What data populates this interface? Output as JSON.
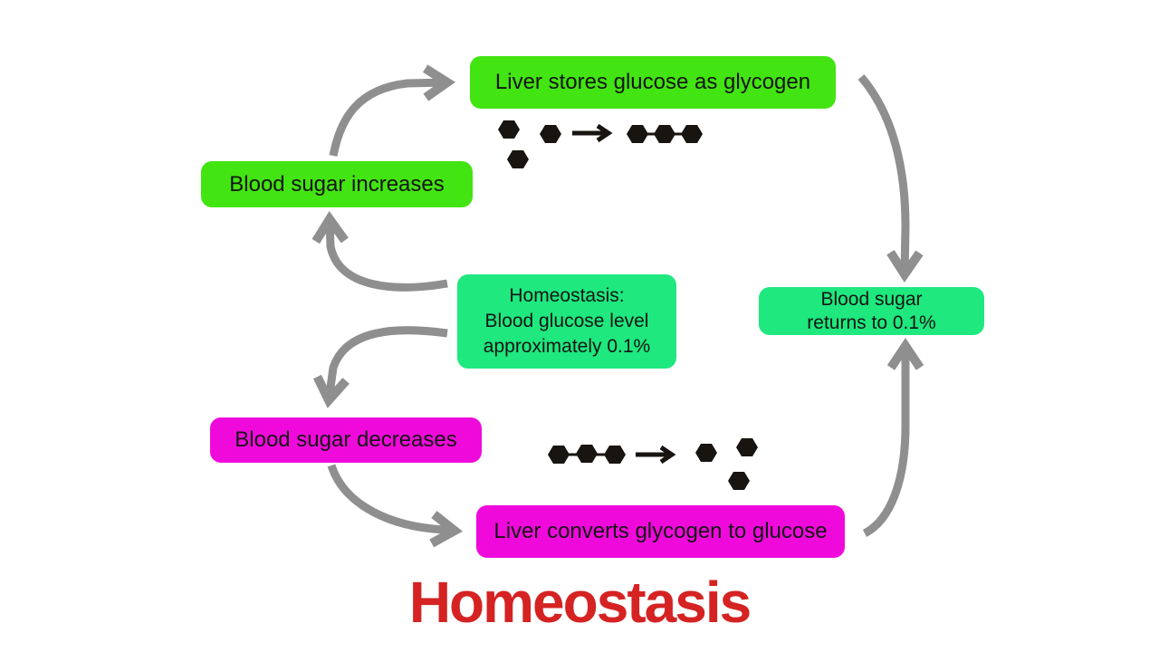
{
  "title": "Homeostasis",
  "colors": {
    "bright_green": "#42E412",
    "spring_green": "#1EE87E",
    "magenta": "#EF0ADB",
    "title_red": "#D42322",
    "arrow_gray": "#8F8F8F",
    "molecule_black": "#181410",
    "box_text": "#141414",
    "background": "#FFFFFF"
  },
  "boxes": {
    "liver_stores": {
      "label": "Liver stores glucose as glycogen"
    },
    "blood_sugar_increases": {
      "label": "Blood sugar increases"
    },
    "homeostasis_center": {
      "lines": [
        "Homeostasis:",
        "Blood glucose level",
        "approximately 0.1%"
      ]
    },
    "blood_sugar_returns": {
      "lines": [
        "Blood sugar",
        "returns to 0.1%"
      ]
    },
    "blood_sugar_decreases": {
      "label": "Blood sugar decreases"
    },
    "liver_converts": {
      "label": "Liver converts glycogen to glucose"
    }
  },
  "icons": {
    "hexagon": "glucose-molecule-hexagon",
    "flow_arrow": "gray-curved-flow-arrow",
    "reaction_arrow": "black-reaction-arrow"
  }
}
